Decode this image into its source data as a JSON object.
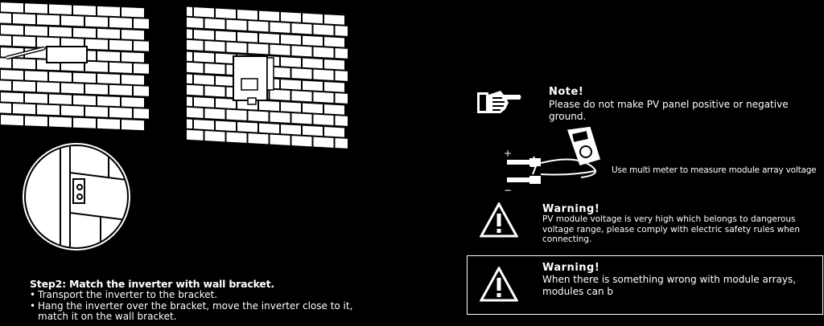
{
  "step": {
    "title": "Step2: Match the inverter with wall bracket.",
    "items": [
      "Transport the inverter to the bracket.",
      "Hang the inverter over the bracket, move the inverter close to it, match it on the wall bracket."
    ]
  },
  "note": {
    "title": "Note!",
    "text": "Please do not make PV panel positive or negative ground."
  },
  "meter": {
    "caption": "Use multi meter to  measure module array voltage"
  },
  "warning1": {
    "title": "Warning!",
    "text": "PV module voltage is very high which belongs to dangerous voltage range, please comply with electric safety rules when connecting."
  },
  "warning2": {
    "title": "Warning!",
    "text": "When there is something wrong with module arrays, modules can b"
  },
  "icons": {
    "hand": "pointing-hand-icon",
    "warning": "warning-triangle-icon",
    "multimeter": "multimeter-icon"
  }
}
